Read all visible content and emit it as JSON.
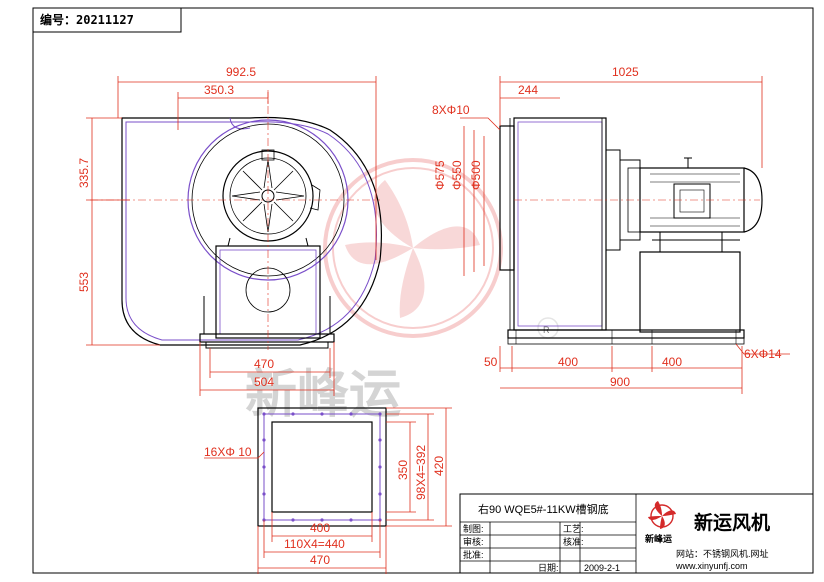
{
  "header": {
    "serial": "编号：20211127"
  },
  "colors": {
    "dimension": "#e0301e",
    "outline": "#000000",
    "housing": "#7a4fc9",
    "watermark_logo": "#f2b3b3",
    "watermark_text": "#d4d4d4"
  },
  "watermark": {
    "text": "新峰运",
    "registered": "R"
  },
  "front_view": {
    "dims": {
      "width_total": "992.5",
      "outlet_offset": "350.3",
      "top_height": "335.7",
      "shaft_height": "553",
      "base_inner": "470",
      "base_outer": "504"
    }
  },
  "side_view": {
    "dims": {
      "overall_length": "1025",
      "inlet_width": "244",
      "flange_holes": "8XΦ10",
      "d_outer": "Φ575",
      "d_mid": "Φ550",
      "d_inner": "Φ500",
      "offset": "50",
      "pitch_a": "400",
      "pitch_b": "400",
      "base_length": "900",
      "base_holes": "6XΦ14"
    }
  },
  "outlet_view": {
    "dims": {
      "holes": "16XΦ 10",
      "inner_h": "350",
      "pitch_h": "98X4=392",
      "outer_h": "420",
      "inner_w": "400",
      "pitch_w": "110X4=440",
      "outer_w": "470"
    }
  },
  "title_block": {
    "model": "右90 WQE5#-11KW槽钢底",
    "company": "新运风机",
    "logo_text": "新峰运",
    "rows": {
      "drawn": "制图:",
      "process": "工艺:",
      "review": "审核:",
      "check": "核准:",
      "approve": "批准:",
      "date_label": "日期:",
      "date": "2009-2-1"
    },
    "website_label": "网站：不锈钢风机.网址",
    "website_url": "www.xinyunfj.com"
  }
}
